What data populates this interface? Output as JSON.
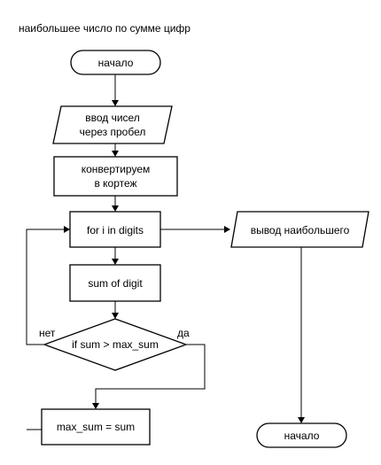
{
  "diagram": {
    "title": "наибольшее число по сумме цифр",
    "nodes": {
      "start": {
        "lines": [
          "начало"
        ]
      },
      "input": {
        "lines": [
          "ввод чисел",
          "через пробел"
        ]
      },
      "convert": {
        "lines": [
          "конвертируем",
          "в кортеж"
        ]
      },
      "loop": {
        "lines": [
          "for i in digits"
        ]
      },
      "sum": {
        "lines": [
          "sum of digit"
        ]
      },
      "condition": {
        "lines": [
          "if sum > max_sum"
        ]
      },
      "assign": {
        "lines": [
          "max_sum = sum"
        ]
      },
      "output": {
        "lines": [
          "вывод наибольшего"
        ]
      },
      "end": {
        "lines": [
          "начало"
        ]
      }
    },
    "edge_labels": {
      "no": "нет",
      "yes": "да"
    }
  }
}
